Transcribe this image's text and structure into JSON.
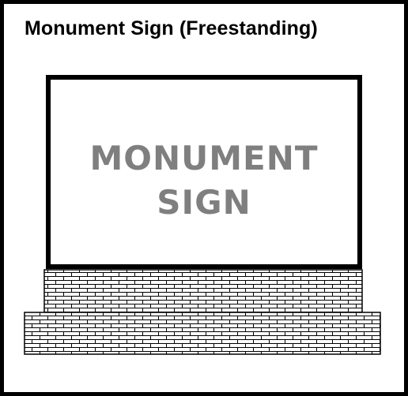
{
  "title": "Monument Sign (Freestanding)",
  "sign": {
    "line1": "MONUMENT",
    "line2": "SIGN"
  },
  "colors": {
    "border": "#000000",
    "sign_text": "#7f7f7f",
    "background": "#ffffff"
  },
  "elements": {
    "upper_base": "brick-pattern",
    "lower_base": "brick-pattern"
  }
}
